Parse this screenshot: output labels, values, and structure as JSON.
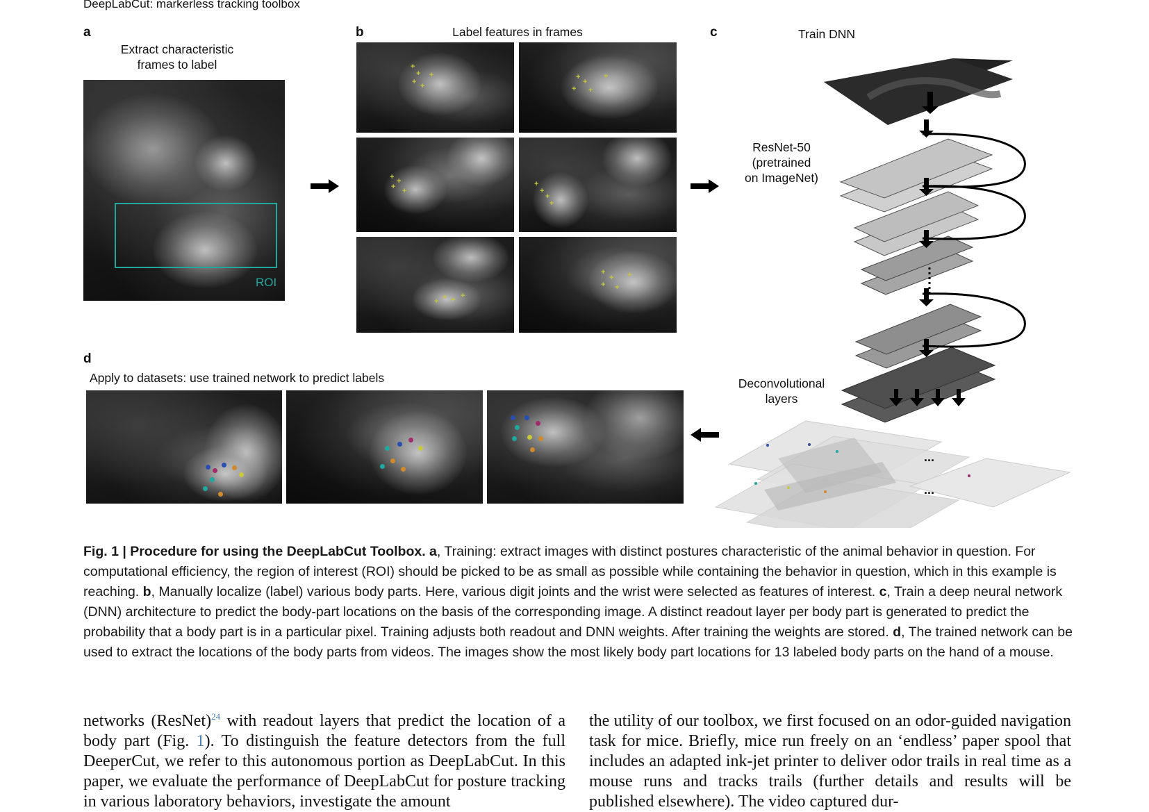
{
  "figure_title": "DeepLabCut: markerless tracking toolbox",
  "panels": {
    "a": {
      "letter": "a",
      "heading_line1": "Extract characteristic",
      "heading_line2": "frames to label",
      "roi_label": "ROI"
    },
    "b": {
      "letter": "b",
      "heading": "Label features in frames"
    },
    "c": {
      "letter": "c",
      "heading": "Train DNN",
      "resnet_line1": "ResNet-50",
      "resnet_line2": "(pretrained",
      "resnet_line3": "on ImageNet)",
      "deconv_line1": "Deconvolutional",
      "deconv_line2": "layers",
      "ellipsis": "..."
    },
    "d": {
      "letter": "d",
      "heading": "Apply to datasets: use trained network to predict labels"
    }
  },
  "colors": {
    "roi": "#1fa7a0",
    "label_marker": "#c8c83a",
    "text": "#111111",
    "link": "#4a7fb5"
  },
  "caption": {
    "fig_label": "Fig. 1 | Procedure for using the DeepLabCut Toolbox.",
    "a_letter": "a",
    "a_text": ", Training: extract images with distinct postures characteristic of the animal behavior in question. For computational efficiency, the region of interest (ROI) should be picked to be as small as possible while containing the behavior in question, which in this example is reaching.",
    "b_letter": "b",
    "b_text": ", Manually localize (label) various body parts. Here, various digit joints and the wrist were selected as features of interest.",
    "c_letter": "c",
    "c_text": ", Train a deep neural network (DNN) architecture to predict the body-part locations on the basis of the corresponding image. A distinct readout layer per body part is generated to predict the probability that a body part is in a particular pixel. Training adjusts both readout and DNN weights. After training the weights are stored.",
    "d_letter": "d",
    "d_text": ", The trained network can be used to extract the locations of the body parts from videos. The images show the most likely body part locations for 13 labeled body parts on the hand of a mouse."
  },
  "body": {
    "left_pre": "networks (ResNet)",
    "left_ref": "24",
    "left_mid": " with readout layers that predict the location of a body part (Fig. ",
    "left_fig": "1",
    "left_post": "). To distinguish the feature detectors from the full DeeperCut, we refer to this autonomous portion as DeepLabCut. In this paper, we evaluate the performance of DeepLabCut for posture tracking in various laboratory behaviors, investigate the amount",
    "right_text": "the utility of our toolbox, we first focused on an odor-guided navigation task for mice. Briefly, mice run freely on an ‘endless’ paper spool that includes an adapted ink-jet printer to deliver odor trails in real time as a mouse runs and tracks trails (further details and results will be published elsewhere). The video captured dur-"
  }
}
